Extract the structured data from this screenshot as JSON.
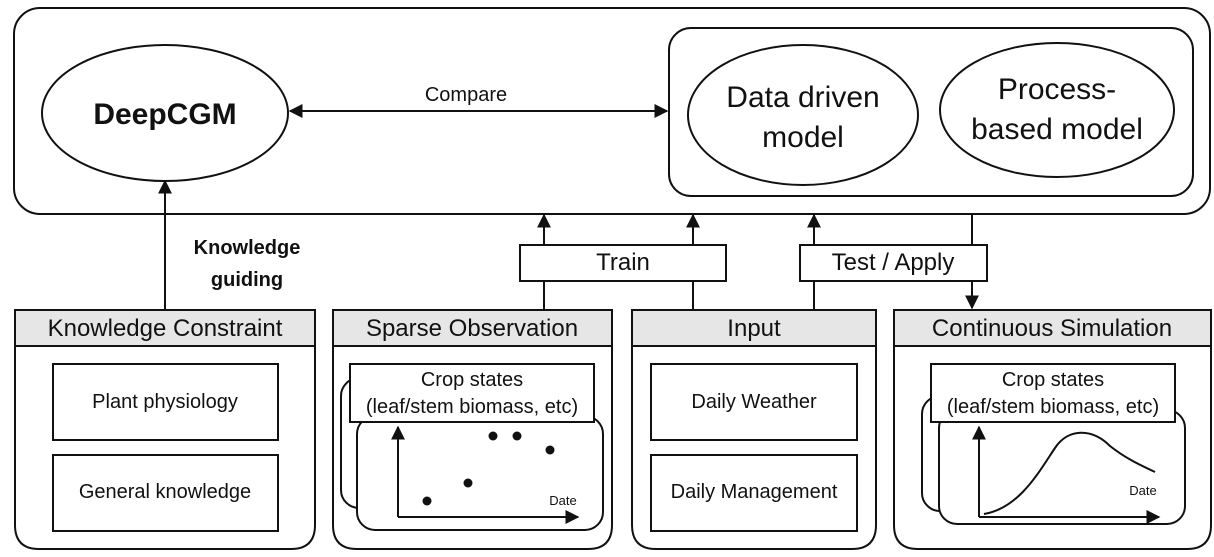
{
  "top": {
    "deepcgm": "DeepCGM",
    "compare": "Compare",
    "data_driven_line1": "Data driven",
    "data_driven_line2": "model",
    "process_line1": "Process-",
    "process_line2": "based model"
  },
  "arrows": {
    "knowledge_line1": "Knowledge",
    "knowledge_line2": "guiding",
    "train": "Train",
    "test_apply": "Test / Apply"
  },
  "panels": {
    "knowledge": {
      "title": "Knowledge Constraint",
      "item1": "Plant physiology",
      "item2": "General knowledge"
    },
    "sparse": {
      "title": "Sparse Observation",
      "card_line1": "Crop states",
      "card_line2": "(leaf/stem biomass, etc)",
      "x_label": "Date"
    },
    "input": {
      "title": "Input",
      "item1": "Daily Weather",
      "item2": "Daily Management"
    },
    "continuous": {
      "title": "Continuous Simulation",
      "card_line1": "Crop states",
      "card_line2": "(leaf/stem biomass, etc)",
      "x_label": "Date"
    }
  }
}
